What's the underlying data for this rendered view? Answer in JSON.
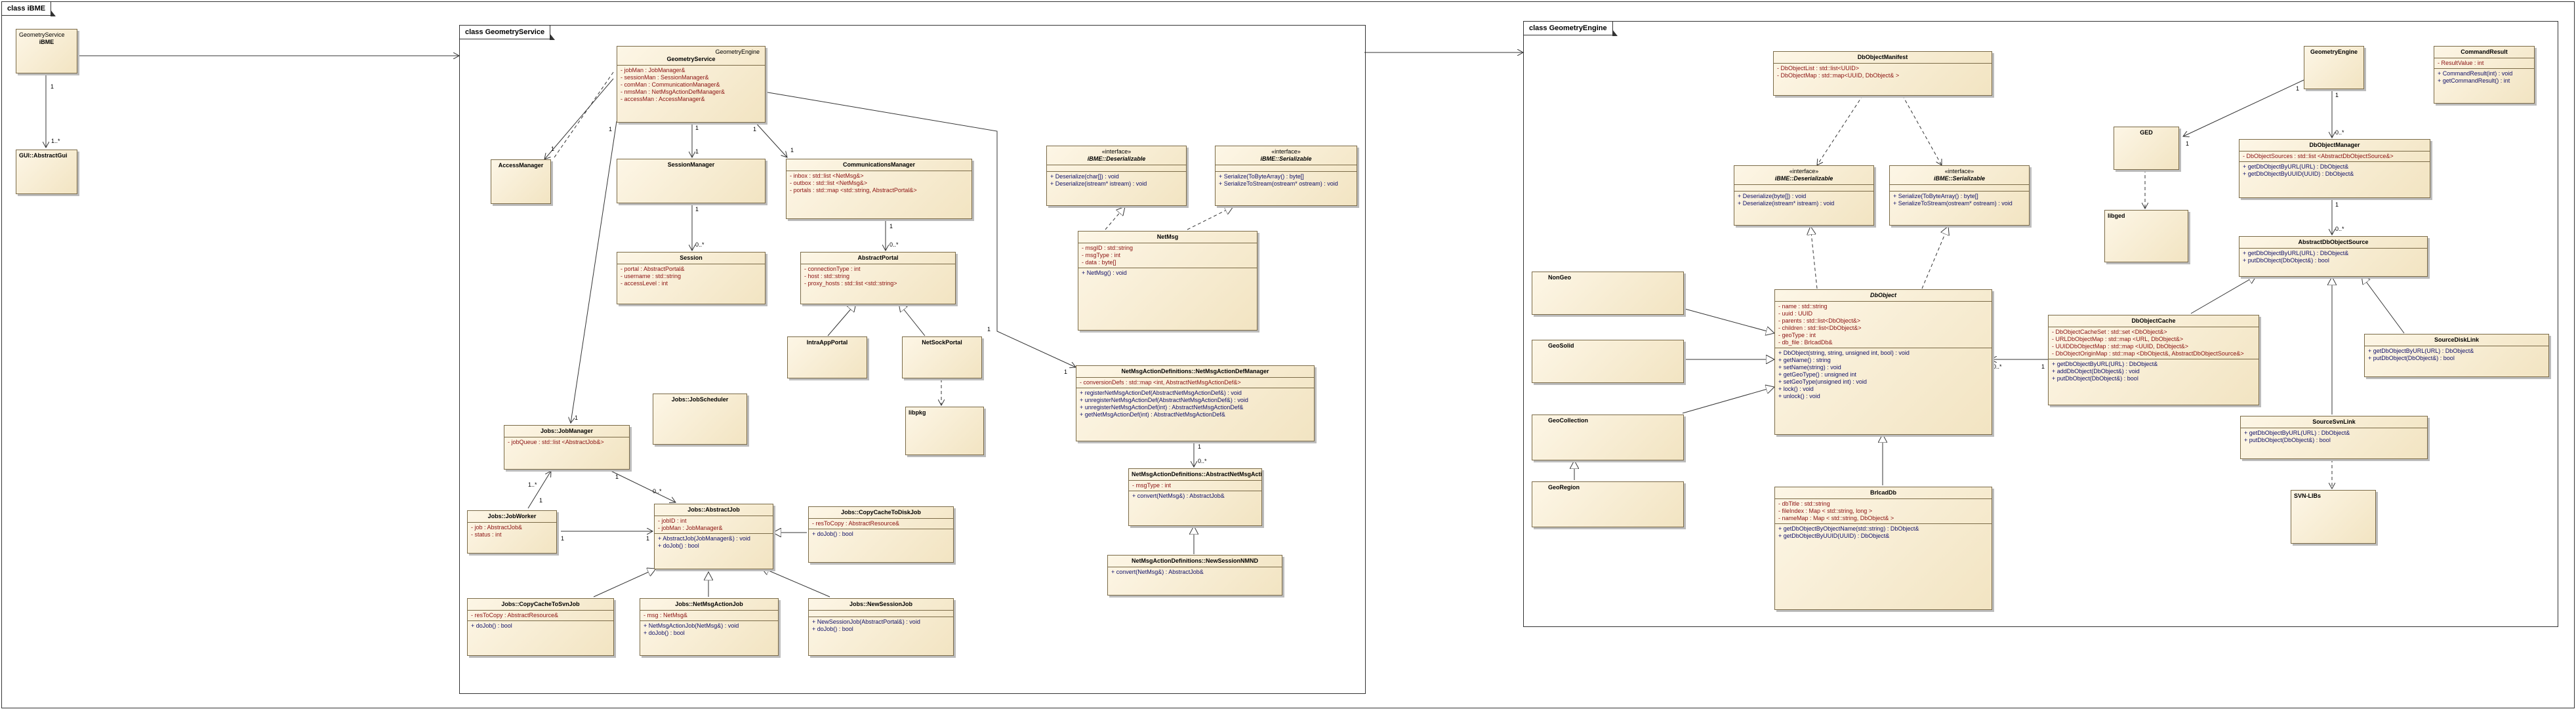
{
  "packages": {
    "outer": "class iBME",
    "geometry_service": "class GeometryService",
    "geometry_engine": "class GeometryEngine"
  },
  "classes": {
    "ibme": {
      "ns": "GeometryService",
      "name": "iBME"
    },
    "gui_abstractgui": {
      "name": "GUI::AbstractGui"
    },
    "accessmanager": {
      "name": "AccessManager"
    },
    "geometryservice": {
      "ns": "GeometryEngine",
      "name": "GeometryService",
      "attrs": [
        "-   jobMan : JobManager&",
        "-   sessionMan : SessionManager&",
        "-   comMan : CommunicationManager&",
        "-   nmsMan : NetMsgActionDefManager&",
        "-   accessMan : AccessManager&"
      ]
    },
    "sessionmanager": {
      "name": "SessionManager"
    },
    "communicationsmanager": {
      "name": "CommunicationsManager",
      "attrs": [
        "-   inbox : std::list <NetMsg&>",
        "-   outbox : std::list <NetMsg&>",
        "-   portals : std::map <std::string, AbstractPortal&>"
      ]
    },
    "session": {
      "name": "Session",
      "attrs": [
        "-   portal : AbstractPortal&",
        "-   username : std::string",
        "-   accessLevel : int"
      ]
    },
    "abstractportal": {
      "name": "AbstractPortal",
      "attrs": [
        "-   connectionType : int",
        "-   host : std::string",
        "-   proxy_hosts : std::list <std::string>"
      ]
    },
    "intraappportal": {
      "name": "IntraAppPortal"
    },
    "netsockportal": {
      "name": "NetSockPortal"
    },
    "libpkg": {
      "name": "libpkg"
    },
    "deserializable_a": {
      "st": "«interface»",
      "name": "iBME::Deserializable",
      "ops": [
        "+   Deserialize(char[]) : void",
        "+   Deserialize(istream* istream) : void"
      ]
    },
    "serializable_a": {
      "st": "«interface»",
      "name": "iBME::Serializable",
      "ops": [
        "+   Serialize(ToByteArray() : byte[]",
        "+   SerializeToStream(ostream* ostream) : void"
      ]
    },
    "netmsg": {
      "name": "NetMsg",
      "attrs": [
        "-   msgID : std::string",
        "-   msgType : int",
        "-   data : byte[]"
      ],
      "ops": [
        "+   NetMsg() : void"
      ]
    },
    "jobscheduler": {
      "name": "Jobs::JobScheduler"
    },
    "jobmanager": {
      "name": "Jobs::JobManager",
      "attrs": [
        "-   jobQueue : std::list <AbstractJob&>"
      ]
    },
    "jobworker": {
      "name": "Jobs::JobWorker",
      "attrs": [
        "-   job : AbstractJob&",
        "-   status : int"
      ]
    },
    "abstractjob": {
      "name": "Jobs::AbstractJob",
      "attrs": [
        "-   jobID : int",
        "-   jobMan : JobManager&"
      ],
      "ops": [
        "+   AbstractJob(JobManager&) : void",
        "+   doJob() : bool"
      ]
    },
    "copycachetodiskjob": {
      "name": "Jobs::CopyCacheToDiskJob",
      "attrs": [
        "-   resToCopy : AbstractResource&"
      ],
      "ops": [
        "+   doJob() : bool"
      ]
    },
    "copycachetosvnjob": {
      "name": "Jobs::CopyCacheToSvnJob",
      "attrs": [
        "-   resToCopy : AbstractResource&"
      ],
      "ops": [
        "+   doJob() : bool"
      ]
    },
    "netmsgactionjob": {
      "name": "Jobs::NetMsgActionJob",
      "attrs": [
        "-   msg : NetMsg&"
      ],
      "ops": [
        "+   NetMsgActionJob(NetMsg&) : void",
        "+   doJob() : bool"
      ]
    },
    "newsessionjob": {
      "name": "Jobs::NewSessionJob",
      "ops": [
        "+   NewSessionJob(AbstractPortal&) : void",
        "+   doJob() : bool"
      ]
    },
    "netmsgactiondefmanager": {
      "name": "NetMsgActionDefinitions::NetMsgActionDefManager",
      "attrs": [
        "-   conversionDefs : std::map <int, AbstractNetMsgActionDef&>"
      ],
      "ops": [
        "+   registerNetMsgActionDef(AbstractNetMsgActionDef&) : void",
        "+   unregisterNetMsgActionDef(AbstractNetMsgActionDef&) : void",
        "+   unregisterNetMsgActionDef(int) : AbstractNetMsgActionDef&",
        "+   getNetMsgActionDef(int) : AbstractNetMsgActionDef&"
      ]
    },
    "abstractnetmsgactiondef": {
      "name": "NetMsgActionDefinitions::AbstractNetMsgActionDef",
      "attrs": [
        "-   msgType : int"
      ],
      "ops": [
        "+   convert(NetMsg&) : AbstractJob&"
      ]
    },
    "newsessionnmnd": {
      "name": "NetMsgActionDefinitions::NewSessionNMND",
      "ops": [
        "+   convert(NetMsg&) : AbstractJob&"
      ]
    },
    "dbobjectmanifest": {
      "name": "DbObjectManifest",
      "attrs": [
        "-   DbObjectList : std::list<UUID>",
        "-   DbObjectMap : std::map<UUID, DbObject& >"
      ]
    },
    "deserializable_b": {
      "st": "«interface»",
      "name": "iBME::Deserializable",
      "ops": [
        "+   Deserialize(byte[]) : void",
        "+   Deserialize(istream* istream) : void"
      ]
    },
    "serializable_b": {
      "st": "«interface»",
      "name": "iBME::Serializable",
      "ops": [
        "+   Serialize(ToByteArray() : byte[]",
        "+   SerializeToStream(ostream* ostream) : void"
      ]
    },
    "geometryengine": {
      "name": "GeometryEngine"
    },
    "commandresult": {
      "name": "CommandResult",
      "attrs": [
        "-   ResultValue : int"
      ],
      "ops": [
        "+   CommandResult(int) : void",
        "+   getCommandResult() : int"
      ]
    },
    "ged": {
      "name": "GED"
    },
    "libged": {
      "name": "libged"
    },
    "dbobjectmanager": {
      "name": "DbObjectManager",
      "attrs": [
        "-   DbObjectSources : std::list <AbstractDbObjectSource&>"
      ],
      "ops": [
        "+   getDbObjectByURL(URL) : DbObject&",
        "+   getDbObjectByUUID(UUID) : DbObject&"
      ]
    },
    "abstractdbobjectsource": {
      "name": "AbstractDbObjectSource",
      "ops": [
        "+   getDbObjectByURL(URL) : DbObject&",
        "+   putDbObject(DbObject&) : bool"
      ]
    },
    "nongeo": {
      "name": "NonGeo"
    },
    "geosolid": {
      "name": "GeoSolid"
    },
    "geocollection": {
      "name": "GeoCollection"
    },
    "georegion": {
      "name": "GeoRegion"
    },
    "dbobject": {
      "name": "DbObject",
      "attrs": [
        "-   name : std::string",
        "-   uuid : UUID",
        "-   parents : std::list<DbObject&>",
        "-   children : std::list<DbObject&>",
        "-   geoType : int",
        "-   db_file : BrlcadDb&"
      ],
      "ops": [
        "+   DbObject(string, string, unsigned int, bool) : void",
        "+   getName() : string",
        "+   setName(string) : void",
        "+   getGeoType() : unsigned int",
        "+   setGeoType(unsigned int) : void",
        "+   lock() : void",
        "+   unlock() : void"
      ]
    },
    "dbobjectcache": {
      "name": "DbObjectCache",
      "attrs": [
        "-   DbObjectCacheSet : std::set <DbObject&>",
        "-   URLDbObjectMap : std::map <URL, DbObject&>",
        "-   UUIDDbObjectMap : std::map <UUID, DbObject&>",
        "-   DbObjectOriginMap : std::map <DbObject&, AbstractDbObjectSource&>"
      ],
      "ops": [
        "+   getDbObjectByURL(URL) : DbObject&",
        "+   addDbObject(DbObject&) : void",
        "+   putDbObject(DbObject&) : bool"
      ]
    },
    "sourcedisklink": {
      "name": "SourceDiskLink",
      "ops": [
        "+   getDbObjectByURL(URL) : DbObject&",
        "+   putDbObject(DbObject&) : bool"
      ]
    },
    "brlcaddb": {
      "name": "BrlcadDb",
      "attrs": [
        "-   dbTitle : std::string",
        "-   fileIndex : Map < std::string, long >",
        "-   nameMap : Map < std::string, DbObject& >"
      ],
      "ops": [
        "+   getDbObjectByObjectName(std::string) : DbObject&",
        "+   getDbObjectByUUID(UUID) : DbObject&"
      ]
    },
    "sourcesvnlink": {
      "name": "SourceSvnLink",
      "ops": [
        "+   getDbObjectByURL(URL) : DbObject&",
        "+   putDbObject(DbObject&) : bool"
      ]
    },
    "svnlibs": {
      "name": "SVN-LIBs"
    }
  },
  "multiplicity": {
    "one": "1",
    "many": "0..*",
    "one_many": "1..*",
    "ibme_gui_bottom": "1..*"
  }
}
